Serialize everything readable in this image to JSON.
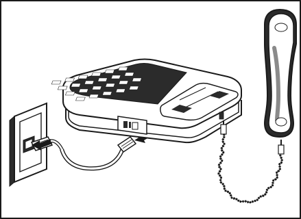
{
  "figure": {
    "kind": "installation-illustration",
    "has_border": true
  },
  "parts": [
    {
      "id": "wall-jack",
      "icon": "wall-jack-icon"
    },
    {
      "id": "line-cord",
      "icon": "modular-cord-icon"
    },
    {
      "id": "telephone-base",
      "icon": "desk-phone-base-icon"
    },
    {
      "id": "base-line-port",
      "icon": "rj11-port-icon"
    },
    {
      "id": "coiled-handset-cord",
      "icon": "coiled-cord-icon"
    },
    {
      "id": "handset",
      "icon": "handset-icon"
    }
  ],
  "colors": {
    "line": "#1a1a1a",
    "fill": "#ffffff",
    "shade": "#8a8a8a",
    "dark": "#2b2b2b"
  }
}
